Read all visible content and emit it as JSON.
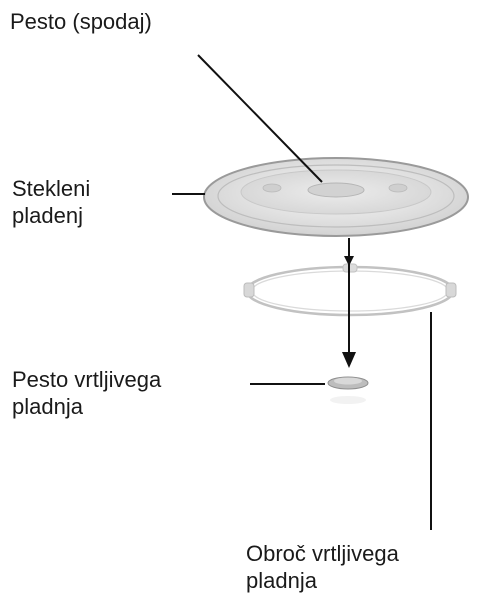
{
  "labels": {
    "pesto": "Pesto (spodaj)",
    "glass_tray": [
      "Stekleni",
      "pladenj"
    ],
    "coupling": [
      "Pesto vrtljivega",
      "pladnja"
    ],
    "ring": [
      "Obroč vrtljivega",
      "pladnja"
    ]
  },
  "colors": {
    "line": "#111111",
    "plate_rim": "#9a9a9a",
    "plate_fill": "#e4e4e4",
    "ring_stroke": "#c4c4c4"
  }
}
